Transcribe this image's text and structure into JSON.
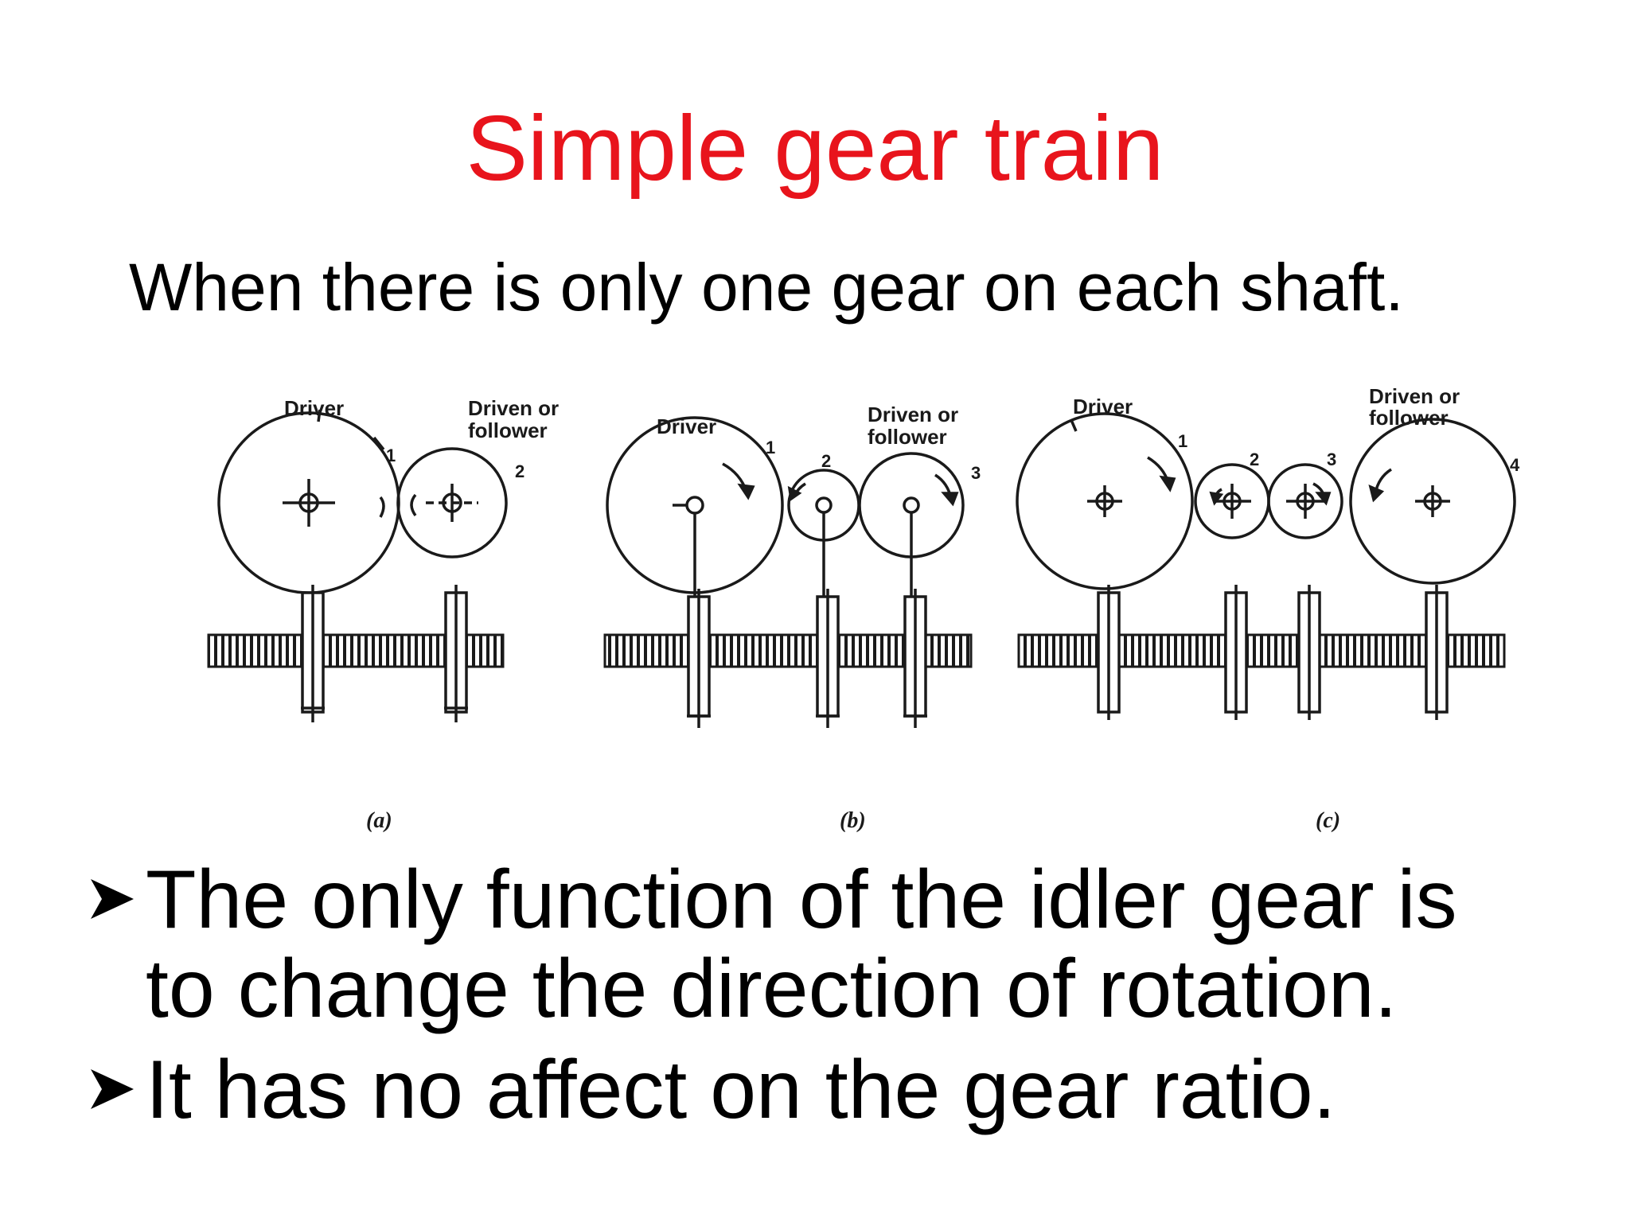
{
  "title": "Simple gear train",
  "subtitle": "When there is only one gear on each shaft.",
  "colors": {
    "title": "#e8141c",
    "text": "#000000",
    "figure_ink": "#1a1a1a"
  },
  "figure": {
    "panels": [
      {
        "caption": "(a)",
        "labels": {
          "driver": "Driver",
          "driven_line1": "Driven or",
          "driven_line2": "follower"
        },
        "gear_numbers": [
          "1",
          "2"
        ]
      },
      {
        "caption": "(b)",
        "labels": {
          "driver": "Driver",
          "driven_line1": "Driven or",
          "driven_line2": "follower"
        },
        "gear_numbers": [
          "1",
          "2",
          "3"
        ]
      },
      {
        "caption": "(c)",
        "labels": {
          "driver": "Driver",
          "driven_line1": "Driven or",
          "driven_line2": "follower"
        },
        "gear_numbers": [
          "1",
          "2",
          "3",
          "4"
        ]
      }
    ]
  },
  "bullets": [
    {
      "line1": "The only function of the idler gear is",
      "line2": "to change the direction of rotation."
    },
    {
      "line1": "It has no affect on the gear ratio."
    }
  ],
  "bullet_icon": "arrowhead-bullet-icon"
}
